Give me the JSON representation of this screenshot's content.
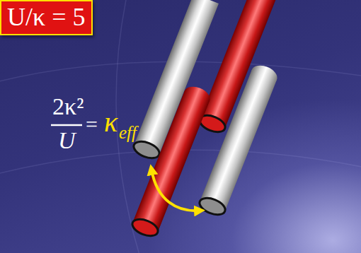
{
  "diagram": {
    "nodes": [
      {
        "text": [
          "U/κ = 5"
        ]
      }
    ],
    "labels": [
      "2κ²",
      "U",
      "=",
      "κ",
      "eff"
    ]
  }
}
